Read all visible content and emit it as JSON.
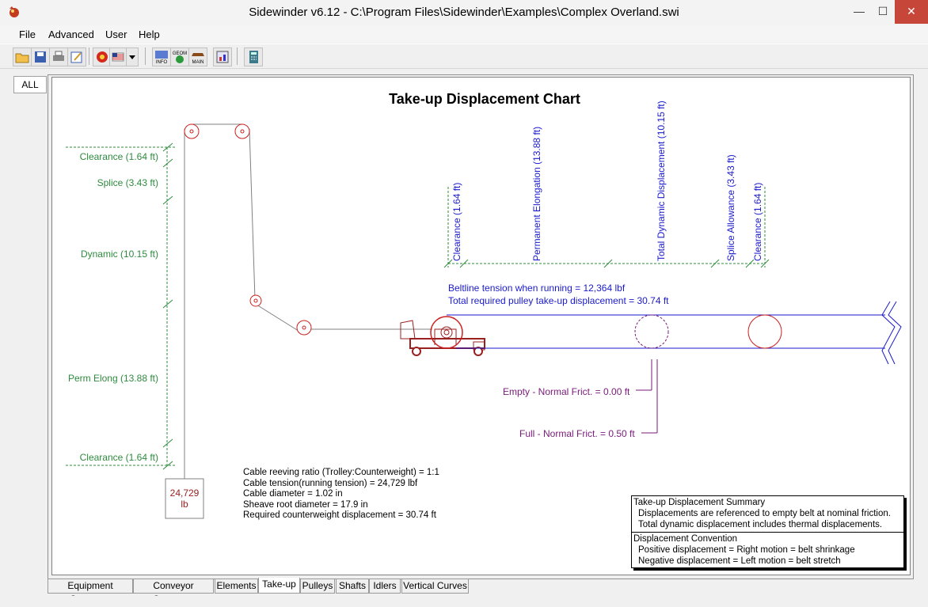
{
  "window": {
    "title": "Sidewinder v6.12 - C:\\Program Files\\Sidewinder\\Examples\\Complex Overland.swi",
    "min_glyph": "—",
    "max_glyph": "☐",
    "close_glyph": "✕"
  },
  "menu": [
    "File",
    "Advanced",
    "User",
    "Help"
  ],
  "toolbar": {
    "icons": [
      "open-icon",
      "save-icon",
      "print-icon",
      "edit-icon",
      "units-icon",
      "flag-icon",
      "dropdown-icon",
      "info-icon",
      "geom-icon",
      "main-icon",
      "report-icon",
      "calculator-icon"
    ],
    "labels": {
      "info": "INFO",
      "geom": "GEOM",
      "main": "MAIN"
    }
  },
  "side_tab": "ALL",
  "chart": {
    "title": "Take-up Displacement Chart",
    "left_labels": {
      "clearance_top": "Clearance (1.64 ft)",
      "splice": "Splice (3.43 ft)",
      "dynamic": "Dynamic (10.15 ft)",
      "perm_elong": "Perm Elong (13.88 ft)",
      "clearance_bottom": "Clearance (1.64 ft)"
    },
    "weight_value": "24,729",
    "weight_unit": "lb",
    "vertical_labels": {
      "clearance_a": "Clearance (1.64 ft)",
      "perm_elong": "Permanent Elongation (13.88 ft)",
      "total_dynamic": "Total Dynamic Displacement (10.15 ft)",
      "splice_allowance": "Splice Allowance (3.43 ft)",
      "clearance_b": "Clearance (1.64 ft)"
    },
    "beltline_tension": "Beltline tension when running = 12,364 lbf",
    "total_displacement": "Total required pulley take-up displacement = 30.74 ft",
    "empty_friction": "Empty - Normal Frict.  = 0.00 ft",
    "full_friction": "Full - Normal Frict.  = 0.50 ft",
    "cable_info": [
      "Cable reeving ratio (Trolley:Counterweight) = 1:1",
      "Cable tension(running tension) = 24,729 lbf",
      "Cable diameter = 1.02 in",
      "Sheave root diameter = 17.9 in",
      "Required counterweight displacement = 30.74 ft"
    ],
    "summary": {
      "heading": "Take-up Displacement Summary",
      "line1": "Displacements are referenced to empty belt at nominal friction.",
      "line2": "Total dynamic displacement includes thermal displacements.",
      "convention_heading": "Displacement Convention",
      "positive": "Positive displacement = Right motion = belt shrinkage",
      "negative": "Negative displacement = Left motion = belt stretch"
    },
    "colors": {
      "green": "#2e8b3e",
      "blue": "#1a1acc",
      "purple": "#7a1a7a",
      "red": "#cc2020",
      "darkred": "#9a2020",
      "cable": "#808080"
    }
  },
  "bottom_tabs": [
    "Equipment Summary",
    "Conveyor Summary",
    "Elements",
    "Take-up",
    "Pulleys",
    "Shafts",
    "Idlers",
    "Vertical Curves"
  ],
  "active_tab": "Take-up"
}
